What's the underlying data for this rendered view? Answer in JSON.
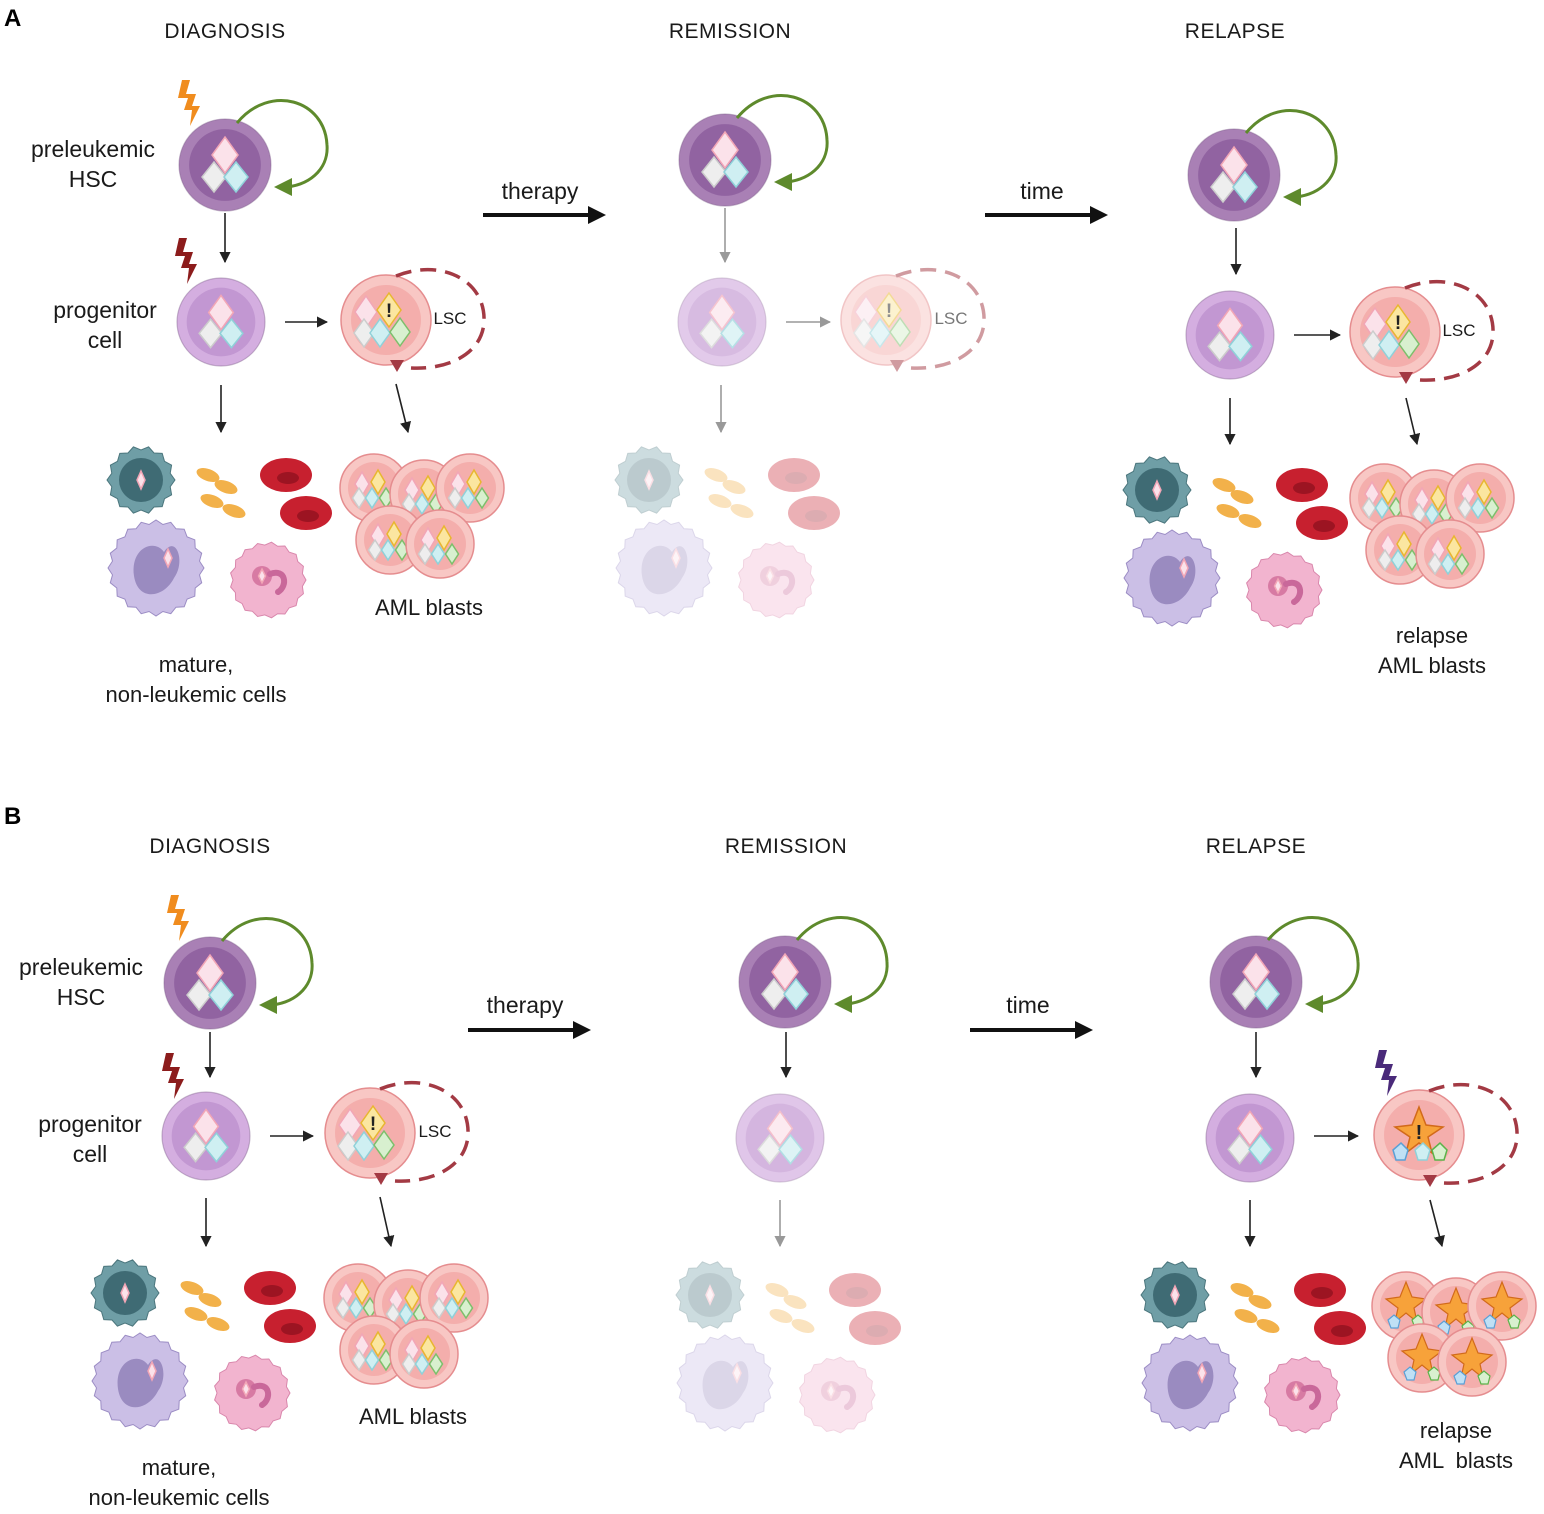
{
  "panels": [
    {
      "letter": "A",
      "stages": {
        "diagnosis": "DIAGNOSIS",
        "remission": "REMISSION",
        "relapse": "RELAPSE"
      },
      "transitions": {
        "therapy": "therapy",
        "time": "time"
      },
      "labels": {
        "preleukemic": "preleukemic",
        "hsc": "HSC",
        "progenitor": "progenitor",
        "cell": "cell",
        "lsc": "LSC",
        "aml_blasts": "AML blasts",
        "mature": "mature,",
        "non_leukemic": "non-leukemic cells",
        "relapse_word": "relapse",
        "relapse_blasts": "AML blasts"
      }
    },
    {
      "letter": "B",
      "stages": {
        "diagnosis": "DIAGNOSIS",
        "remission": "REMISSION",
        "relapse": "RELAPSE"
      },
      "transitions": {
        "therapy": "therapy",
        "time": "time"
      },
      "labels": {
        "preleukemic": "preleukemic",
        "hsc": "HSC",
        "progenitor": "progenitor",
        "cell": "cell",
        "lsc": "LSC",
        "aml_blasts": "AML blasts",
        "mature": "mature,",
        "non_leukemic": "non-leukemic cells",
        "relapse_word": "relapse",
        "relapse_blasts": "AML  blasts"
      }
    }
  ],
  "colors": {
    "hsc": "#9b6fa8",
    "progenitor": "#c79cd3",
    "lsc": "#f6b7b3",
    "self_renew_arrow": "#5e8a2c",
    "dashed_loop": "#a33a44",
    "mutation_1": "#f08c1e",
    "mutation_2": "#8c1c1c",
    "mutation_3": "#4a2a7a",
    "rbc": "#c7202f",
    "platelet": "#f2b14a"
  }
}
